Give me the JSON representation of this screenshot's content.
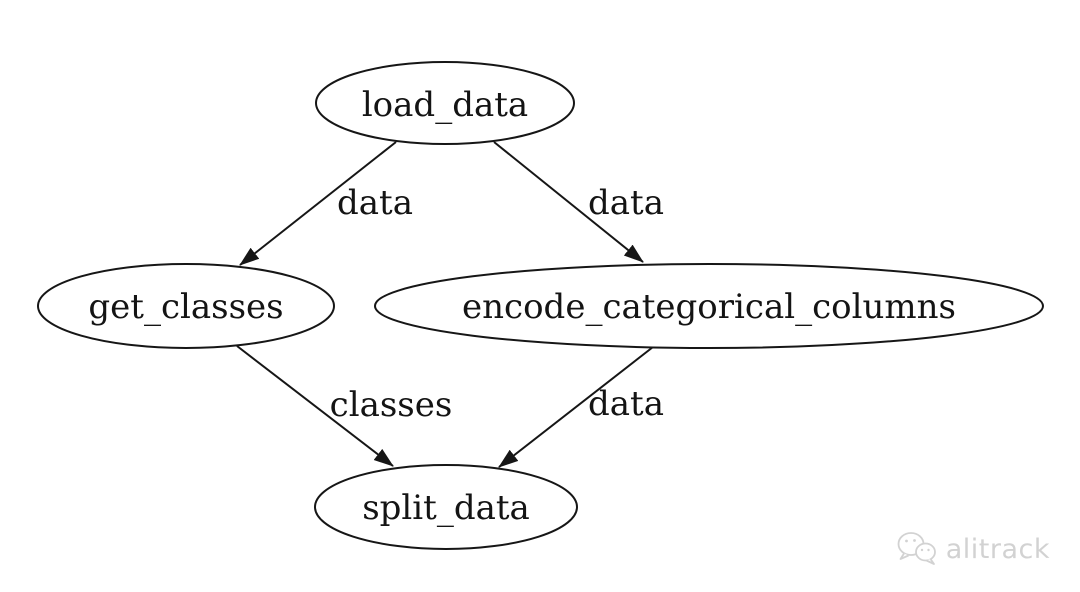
{
  "diagram": {
    "type": "directed-graph",
    "background_color": "#ffffff",
    "stroke_color": "#161616",
    "text_color": "#141414",
    "nodes": [
      {
        "id": "load_data",
        "label": "load_data",
        "shape": "ellipse"
      },
      {
        "id": "get_classes",
        "label": "get_classes",
        "shape": "ellipse"
      },
      {
        "id": "encode_categorical_columns",
        "label": "encode_categorical_columns",
        "shape": "ellipse"
      },
      {
        "id": "split_data",
        "label": "split_data",
        "shape": "ellipse"
      }
    ],
    "edges": [
      {
        "from": "load_data",
        "to": "get_classes",
        "label": "data"
      },
      {
        "from": "load_data",
        "to": "encode_categorical_columns",
        "label": "data"
      },
      {
        "from": "get_classes",
        "to": "split_data",
        "label": "classes"
      },
      {
        "from": "encode_categorical_columns",
        "to": "split_data",
        "label": "data"
      }
    ]
  },
  "watermark": {
    "text": "alitrack",
    "icon": "wechat-icon",
    "color": "#d2d2d2"
  }
}
